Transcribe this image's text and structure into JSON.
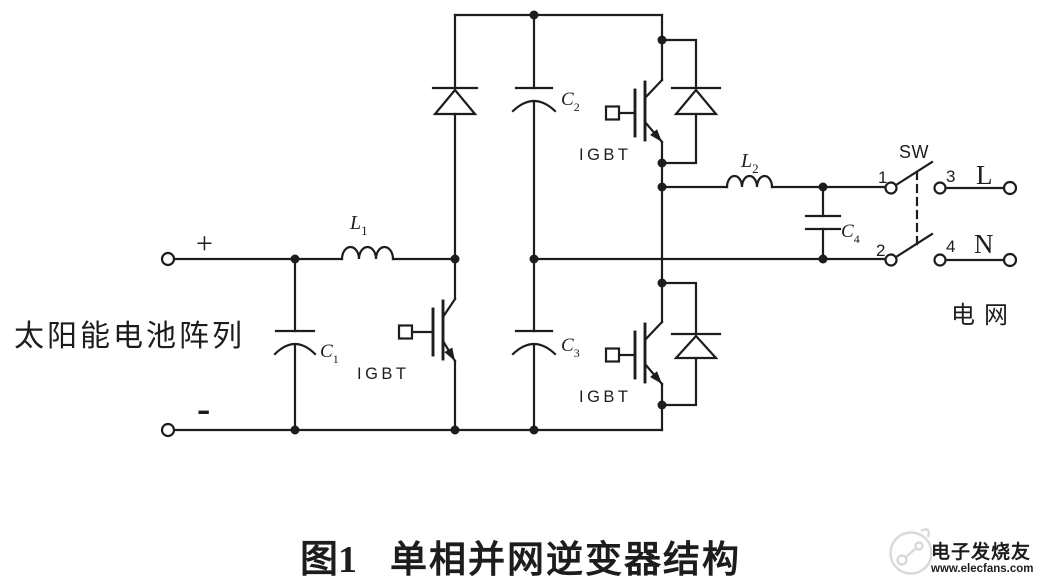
{
  "diagram": {
    "source_label": "太阳能电池阵列",
    "plus": "+",
    "minus": "-",
    "grid_label": "电网"
  },
  "labels": {
    "L1": {
      "sym": "L",
      "sub": "1"
    },
    "L2": {
      "sym": "L",
      "sub": "2"
    },
    "C1": {
      "sym": "C",
      "sub": "1"
    },
    "C2": {
      "sym": "C",
      "sub": "2"
    },
    "C3": {
      "sym": "C",
      "sub": "3"
    },
    "C4": {
      "sym": "C",
      "sub": "4"
    },
    "igbt_boost": "IGBT",
    "igbt_top": "IGBT",
    "igbt_bottom": "IGBT"
  },
  "switch": {
    "label": "SW",
    "contact1": "1",
    "contact2": "2",
    "contact3": "3",
    "contact4": "4",
    "line": "L",
    "neutral": "N"
  },
  "caption": {
    "fig": "图1",
    "title": "单相并网逆变器结构"
  },
  "watermark": {
    "brand": "电子发烧友",
    "site": "www.elecfans.com"
  },
  "colors": {
    "wire": "#1d1d1d",
    "background": "#ffffff",
    "watermark_gray": "#d9d9d9",
    "watermark_red": "#e0caca"
  }
}
